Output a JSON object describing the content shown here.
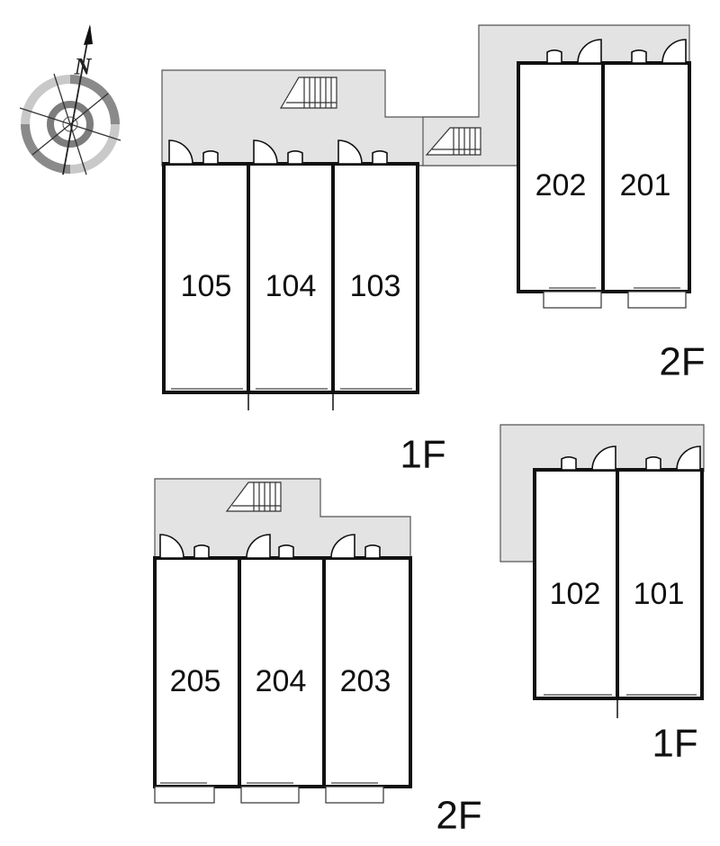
{
  "compass": {
    "north_label": "N"
  },
  "blocks": [
    {
      "floor_label": "1F",
      "rooms": [
        "105",
        "104",
        "103"
      ]
    },
    {
      "floor_label": "2F",
      "rooms": [
        "202",
        "201"
      ]
    },
    {
      "floor_label": "2F",
      "rooms": [
        "205",
        "204",
        "203"
      ]
    },
    {
      "floor_label": "1F",
      "rooms": [
        "102",
        "101"
      ]
    }
  ]
}
